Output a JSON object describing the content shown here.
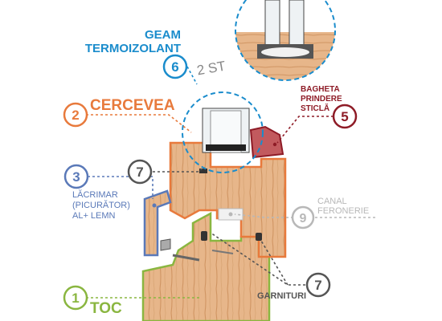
{
  "labels": {
    "geam": [
      "GEAM",
      "TERMOIZOLANT"
    ],
    "st": "2 ST",
    "cercevea": "CERCEVEA",
    "bagheta": [
      "BAGHETA",
      "PRINDERE",
      "STICLĂ"
    ],
    "lacrimar": [
      "LĂCRIMAR",
      "(PICURĂTOR)",
      "AL+ LEMN"
    ],
    "canal": [
      "CANAL",
      "FERONERIE"
    ],
    "garnituri": "GARNITURI",
    "toc": "TOC"
  },
  "badges": {
    "geam": "6",
    "cercevea": "2",
    "bagheta": "5",
    "lacrimar": "3",
    "garnitura_top": "7",
    "canal": "9",
    "garnitura_bottom": "7",
    "toc": "1"
  },
  "colors": {
    "geam": "#1a8ccc",
    "cercevea": "#e87a3c",
    "bagheta": "#8e1b26",
    "lacrimar": "#5a79b8",
    "garnituri": "#555555",
    "canal": "#b8b8b8",
    "toc": "#8ab640",
    "wood": "#e7b68a",
    "wood_grain": "#d49a6a"
  }
}
